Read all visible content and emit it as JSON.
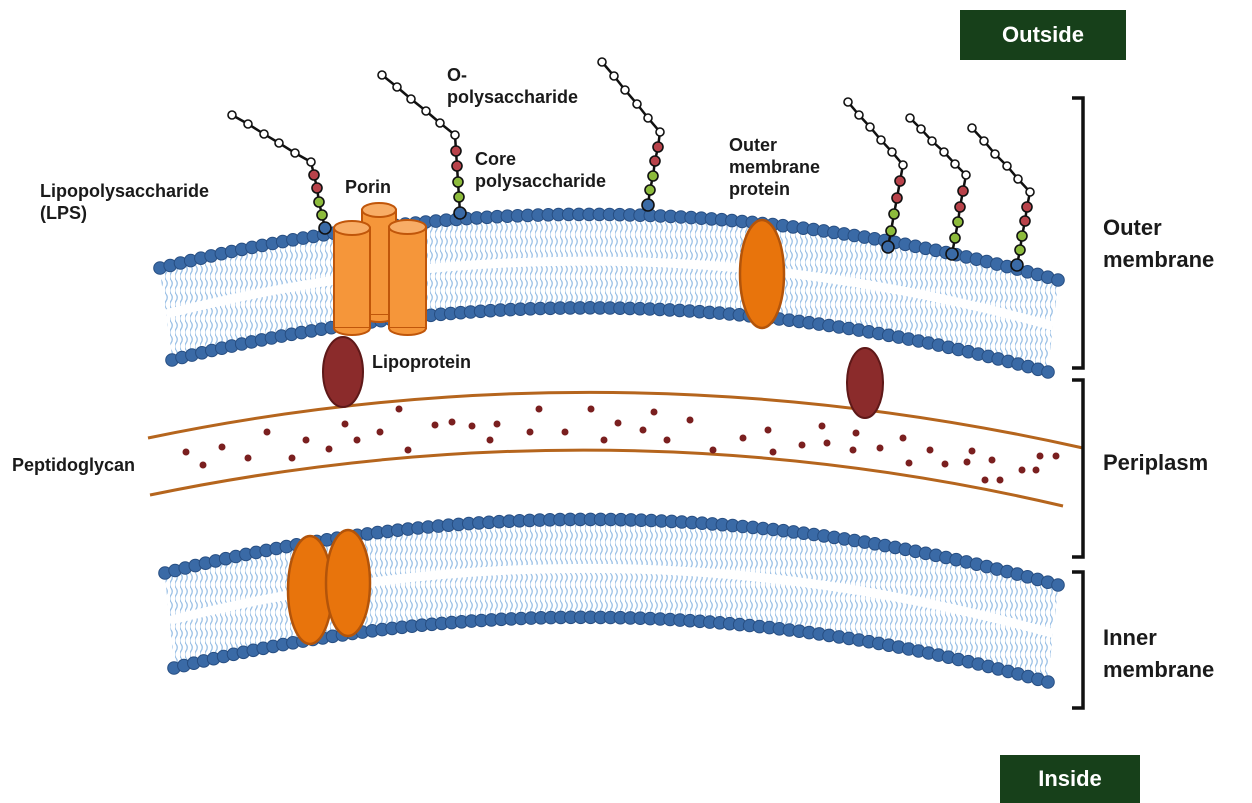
{
  "colors": {
    "head": "#3a6aa6",
    "head_dark": "#274e82",
    "tail": "#9cc1e6",
    "protein_orange": "#e8740c",
    "porin_orange": "#f5963a",
    "lipoprotein": "#8b2b2b",
    "peptidoglycan_line": "#b5651d",
    "dot": "#7a1f1f",
    "chain_black": "#111111",
    "chain_red": "#b8424a",
    "chain_green": "#8dbb3c",
    "box": "#17401a"
  },
  "labels": {
    "outside": "Outside",
    "inside": "Inside",
    "lps": "Lipopolysaccharide\n(LPS)",
    "porin": "Porin",
    "o_polysaccharide": "O-\npolysaccharide",
    "core_polysaccharide": "Core\npolysaccharide",
    "outer_membrane_protein": "Outer\nmembrane\nprotein",
    "lipoprotein": "Lipoprotein",
    "peptidoglycan": "Peptidoglycan",
    "outer_membrane": "Outer\nmembrane",
    "periplasm": "Periplasm",
    "inner_membrane": "Inner\nmembrane"
  }
}
